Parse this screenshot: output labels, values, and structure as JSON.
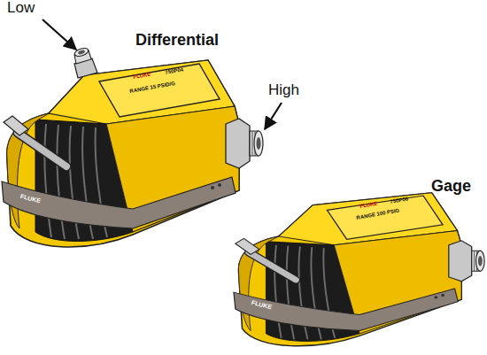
{
  "diagram": {
    "labels": [
      "Low",
      "Differential",
      "High",
      "Gage",
      "FLUKE",
      "750P04",
      "RANGE 15 PSID/G",
      "FLUKE",
      "FLUKE",
      "750P06",
      "RANGE 100 PSIG",
      "FLUKE"
    ]
  }
}
